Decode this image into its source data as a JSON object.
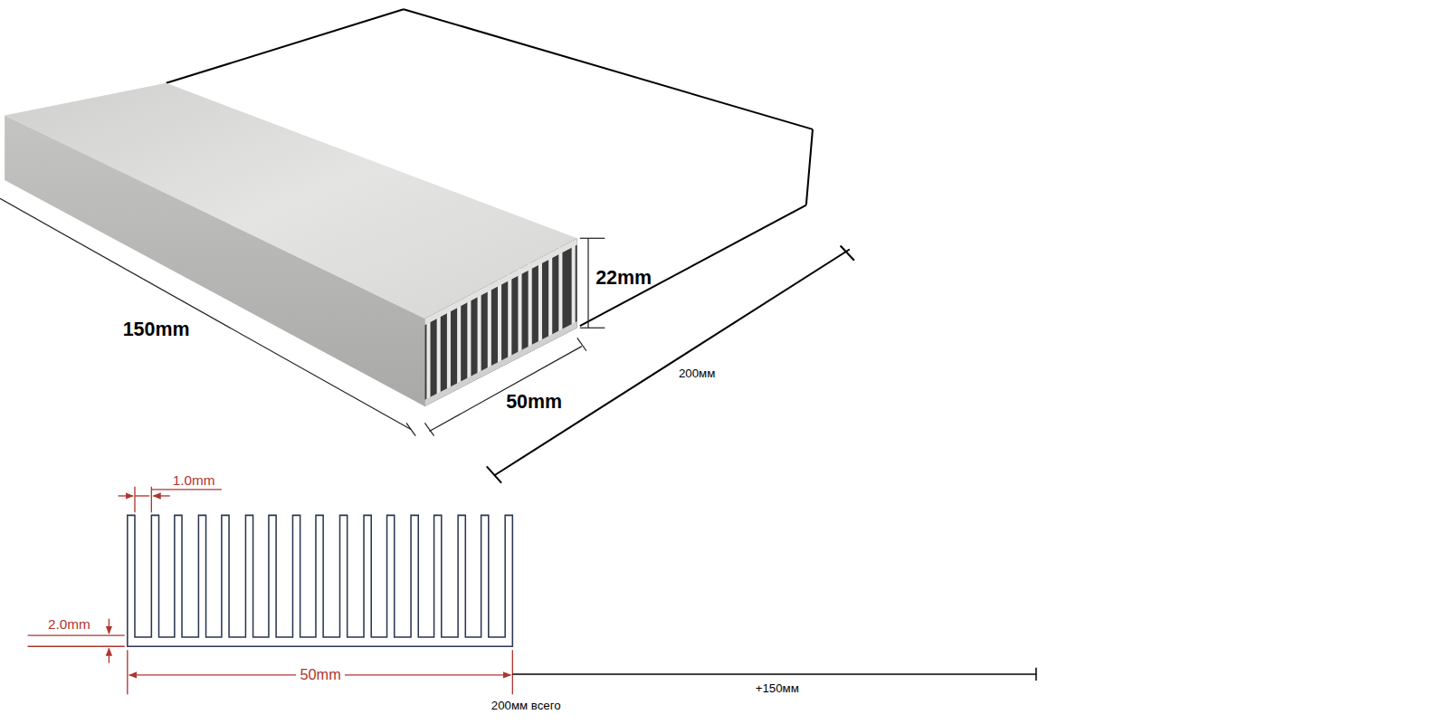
{
  "diagram": {
    "labels": [
      "22mm",
      "150mm",
      "50mm",
      "200мм",
      "1.0mm",
      "2.0mm",
      "50mm",
      "+150мм",
      "200мм всего"
    ]
  }
}
